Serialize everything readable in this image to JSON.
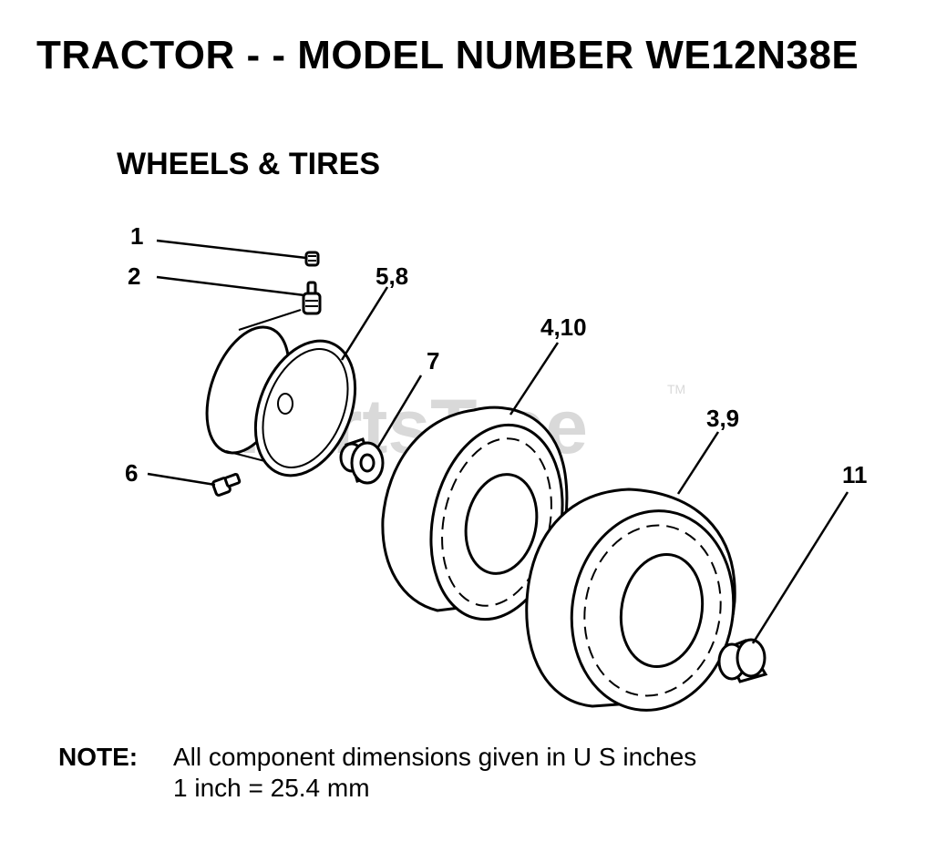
{
  "header": {
    "title": "TRACTOR - - MODEL NUMBER WE12N38E",
    "subtitle": "WHEELS & TIRES"
  },
  "watermark": {
    "text": "PartsTree",
    "trademark": "TM",
    "color": "#d9d9d9"
  },
  "callouts": {
    "c1": "1",
    "c2": "2",
    "c58": "5,8",
    "c7": "7",
    "c410": "4,10",
    "c39": "3,9",
    "c6": "6",
    "c11": "11"
  },
  "note": {
    "label": "NOTE:",
    "line1": "All component dimensions given in U S  inches",
    "line2": "1 inch = 25.4 mm"
  }
}
